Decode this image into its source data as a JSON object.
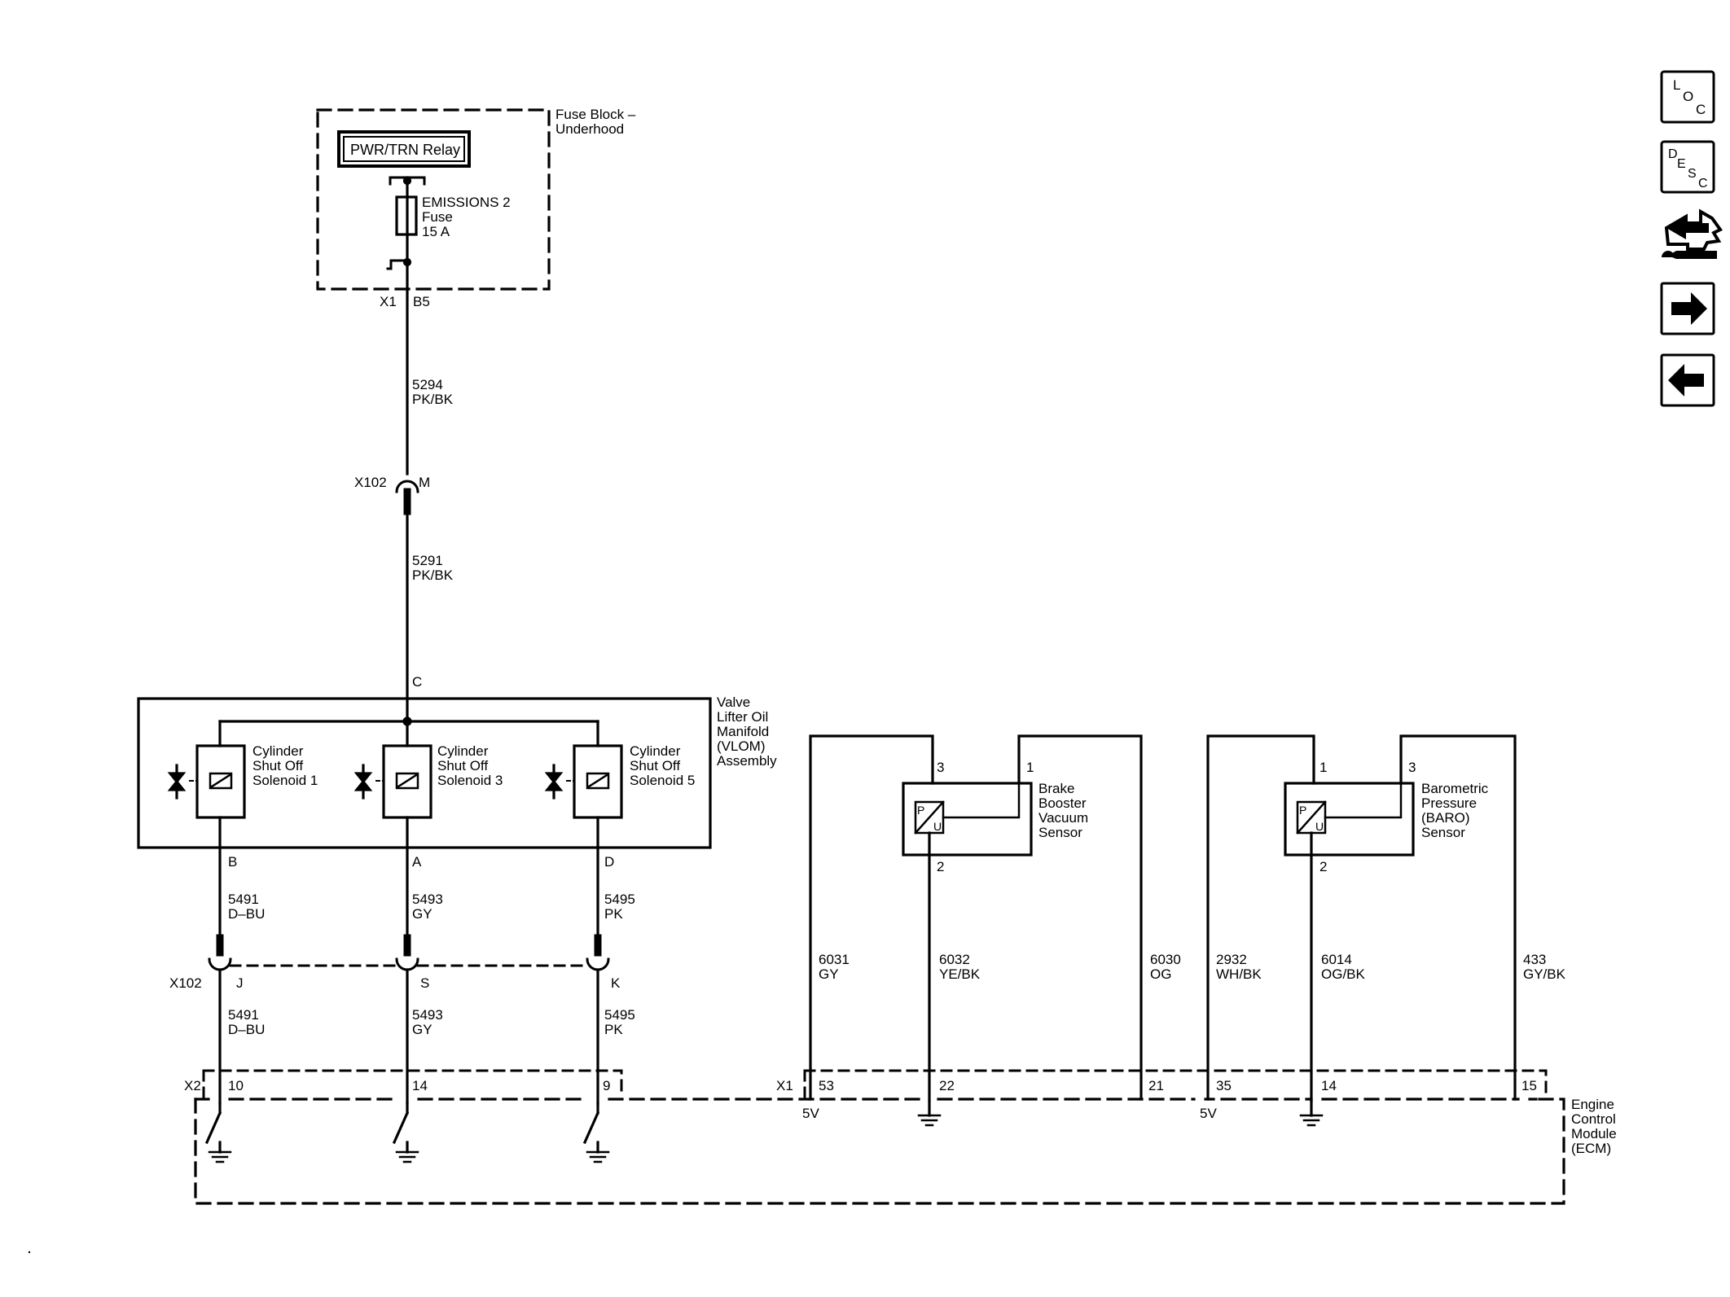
{
  "fuse_block": {
    "title_lines": [
      "Fuse Block –",
      "Underhood"
    ],
    "relay_label": "PWR/TRN Relay",
    "fuse_lines": [
      "EMISSIONS 2",
      "Fuse",
      "15 A"
    ],
    "connector": "X1",
    "pin": "B5"
  },
  "wires": {
    "w5294": [
      "5294",
      "PK/BK"
    ],
    "w5291": [
      "5291",
      "PK/BK"
    ],
    "w5491a": [
      "5491",
      "D–BU"
    ],
    "w5493a": [
      "5493",
      "GY"
    ],
    "w5495a": [
      "5495",
      "PK"
    ],
    "w5491b": [
      "5491",
      "D–BU"
    ],
    "w5493b": [
      "5493",
      "GY"
    ],
    "w5495b": [
      "5495",
      "PK"
    ],
    "w6031": [
      "6031",
      "GY"
    ],
    "w6032": [
      "6032",
      "YE/BK"
    ],
    "w6030": [
      "6030",
      "OG"
    ],
    "w2932": [
      "2932",
      "WH/BK"
    ],
    "w6014": [
      "6014",
      "OG/BK"
    ],
    "w433": [
      "433",
      "GY/BK"
    ]
  },
  "x102_top": {
    "connector": "X102",
    "pin": "M"
  },
  "vlom": {
    "input_pin": "C",
    "title_lines": [
      "Valve",
      "Lifter Oil",
      "Manifold",
      "(VLOM)",
      "Assembly"
    ],
    "solenoids": [
      {
        "lines": [
          "Cylinder",
          "Shut Off",
          "Solenoid 1"
        ],
        "pin": "B"
      },
      {
        "lines": [
          "Cylinder",
          "Shut Off",
          "Solenoid 3"
        ],
        "pin": "A"
      },
      {
        "lines": [
          "Cylinder",
          "Shut Off",
          "Solenoid 5"
        ],
        "pin": "D"
      }
    ]
  },
  "x102_bottom": {
    "connector": "X102",
    "pins": [
      "J",
      "S",
      "K"
    ]
  },
  "ecm": {
    "title_lines": [
      "Engine",
      "Control",
      "Module",
      "(ECM)"
    ],
    "x2": {
      "connector": "X2",
      "pins": [
        "10",
        "14",
        "9"
      ]
    },
    "x1": {
      "connector": "X1",
      "pins": [
        "53",
        "22",
        "21",
        "35",
        "14",
        "15"
      ]
    },
    "five_volt": "5V"
  },
  "brake_sensor": {
    "title_lines": [
      "Brake",
      "Booster",
      "Vacuum",
      "Sensor"
    ],
    "pins": [
      "3",
      "1",
      "2"
    ],
    "symbol_p": "P",
    "symbol_u": "U"
  },
  "baro_sensor": {
    "title_lines": [
      "Barometric",
      "Pressure",
      "(BARO)",
      "Sensor"
    ],
    "pins": [
      "1",
      "3",
      "2"
    ],
    "symbol_p": "P",
    "symbol_u": "U"
  },
  "nav": {
    "loc": [
      "L",
      "O",
      "C"
    ],
    "desc": [
      "D",
      "E",
      "S",
      "C"
    ],
    "icons": [
      "loc-icon",
      "desc-icon",
      "connector-wrench-icon",
      "arrow-right-icon",
      "arrow-left-icon"
    ]
  }
}
